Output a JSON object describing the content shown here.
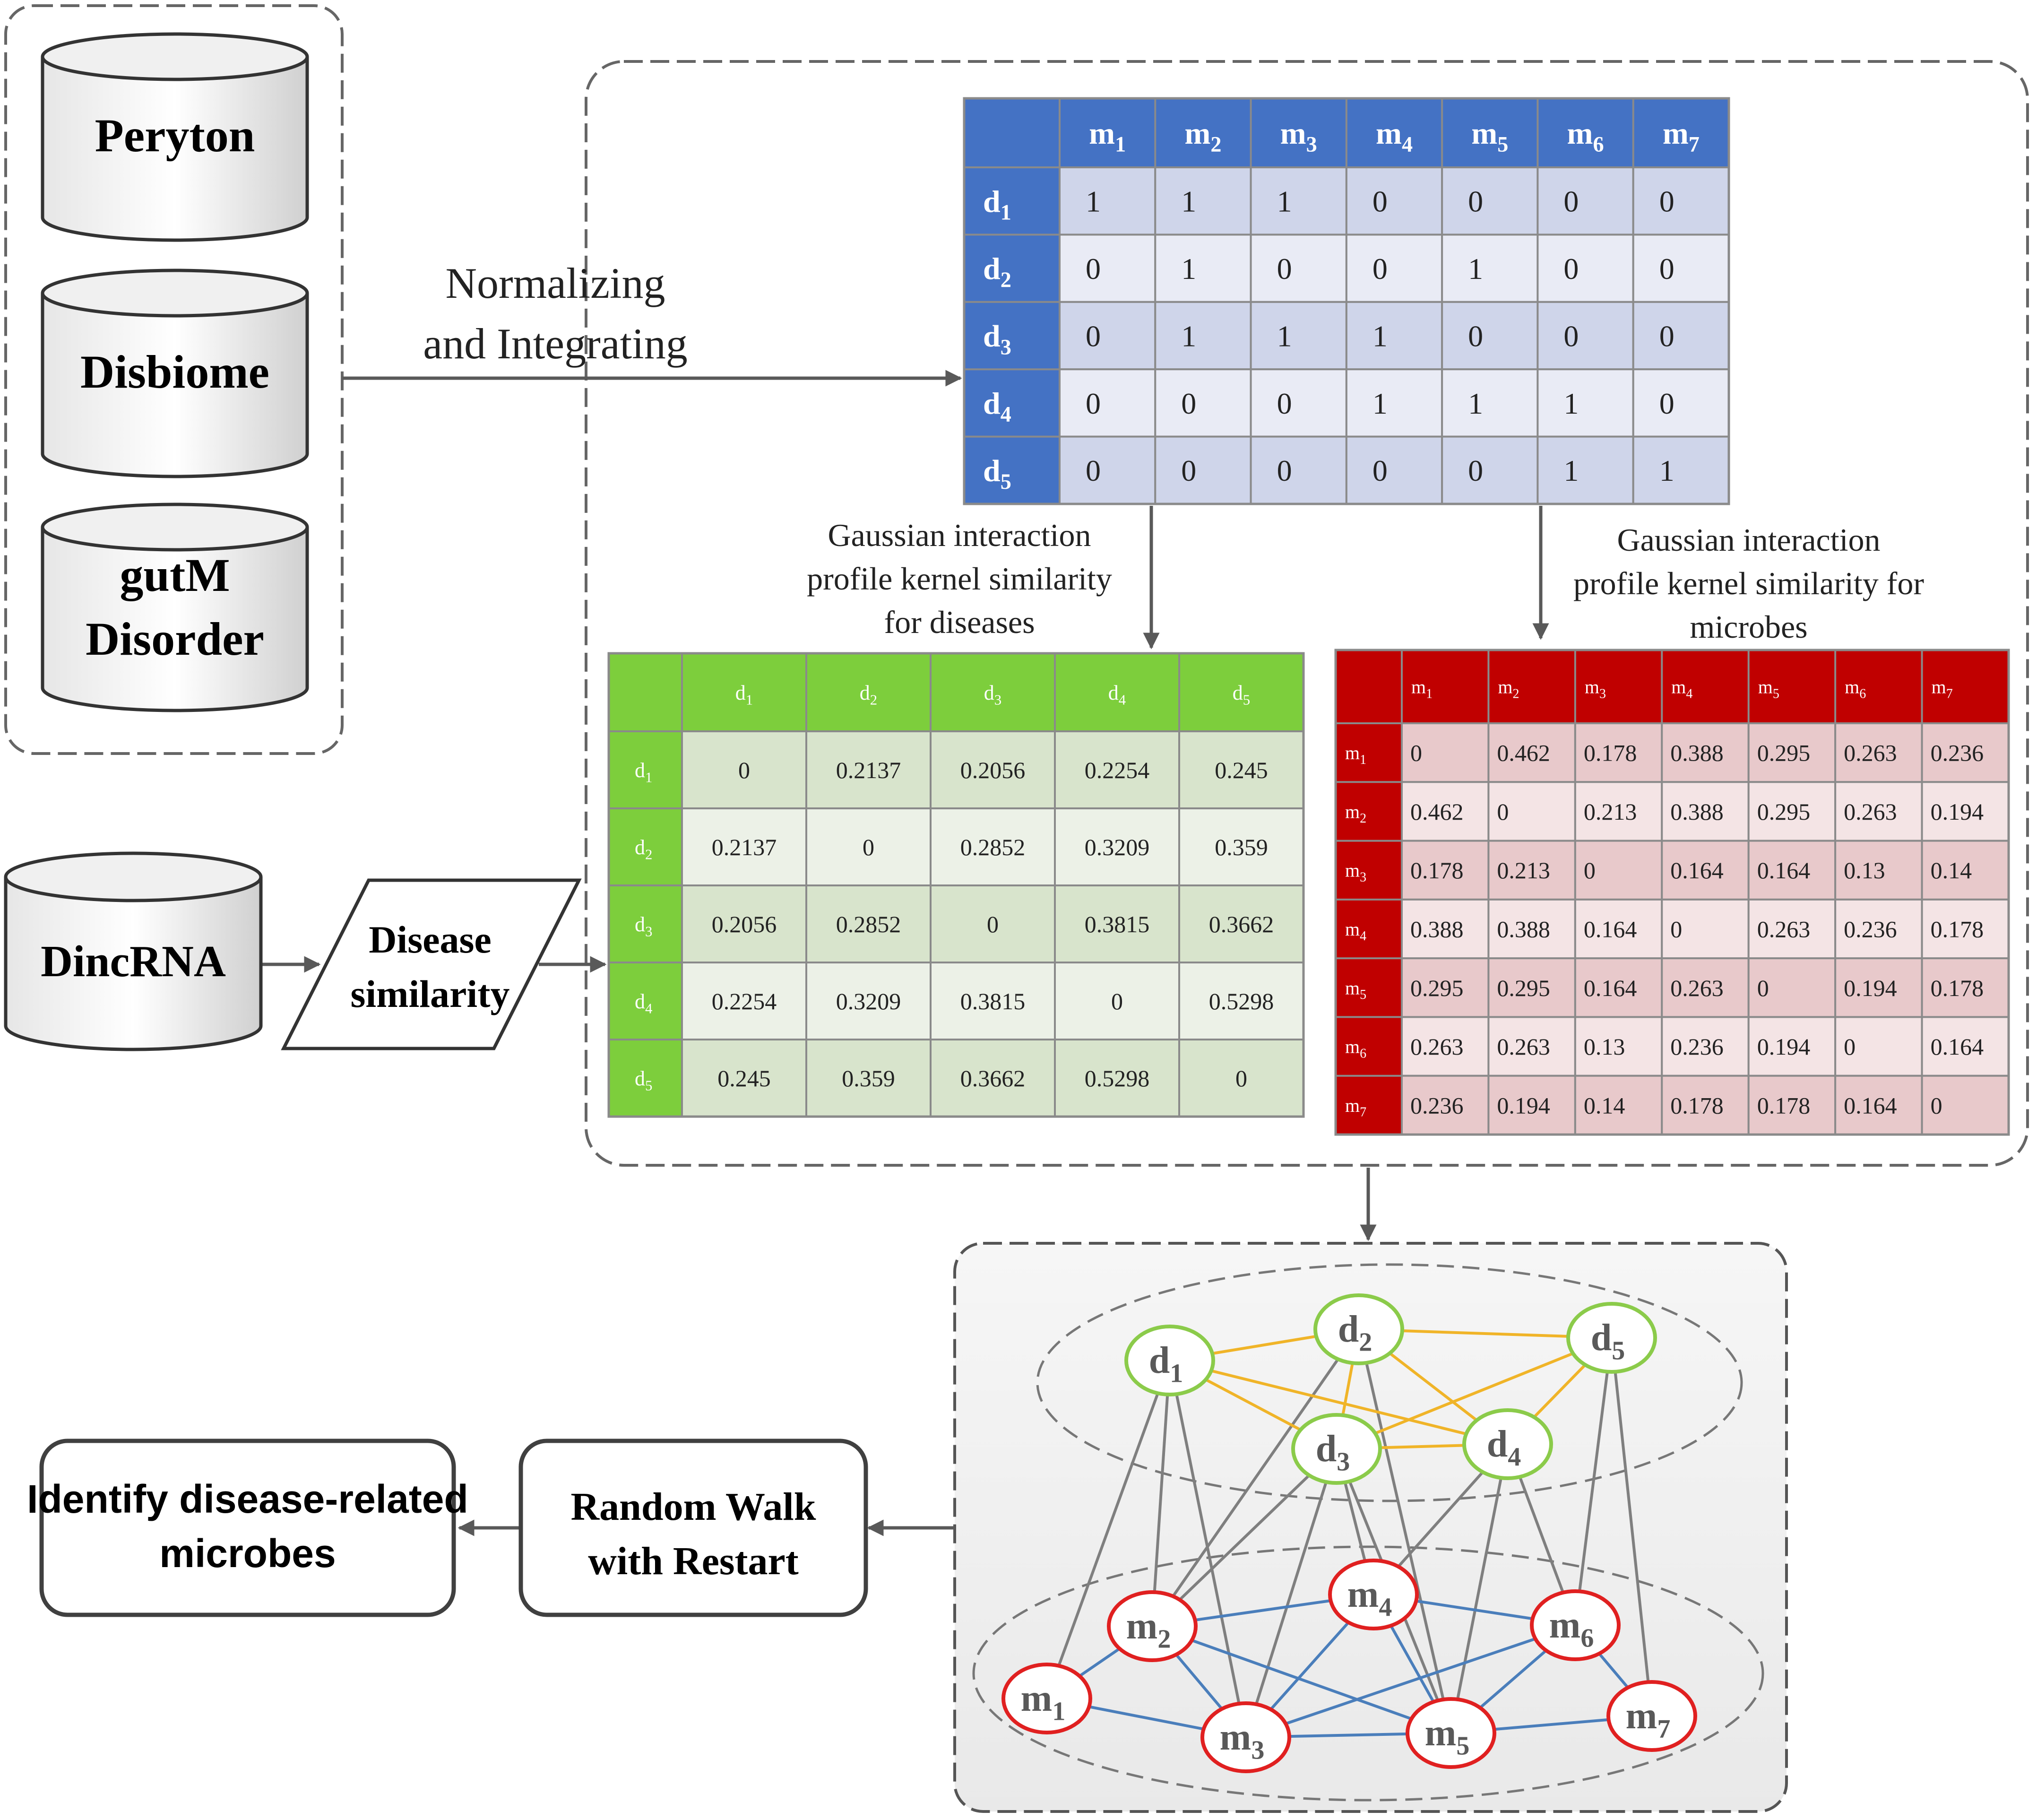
{
  "sources": {
    "databases": [
      "Peryton",
      "Disbiome",
      "gutM Disorder"
    ],
    "dincrna": "DincRNA",
    "disease_similarity": "Disease similarity"
  },
  "flow": {
    "normalizing": "Normalizing and Integrating",
    "gip_diseases": "Gaussian interaction profile kernel similarity for diseases",
    "gip_microbes": "Gaussian interaction profile kernel similarity for microbes"
  },
  "association_matrix": {
    "cols": [
      "m1",
      "m2",
      "m3",
      "m4",
      "m5",
      "m6",
      "m7"
    ],
    "rows": [
      "d1",
      "d2",
      "d3",
      "d4",
      "d5"
    ],
    "values": [
      [
        1,
        1,
        1,
        0,
        0,
        0,
        0
      ],
      [
        0,
        1,
        0,
        0,
        1,
        0,
        0
      ],
      [
        0,
        1,
        1,
        1,
        0,
        0,
        0
      ],
      [
        0,
        0,
        0,
        1,
        1,
        1,
        0
      ],
      [
        0,
        0,
        0,
        0,
        0,
        1,
        1
      ]
    ],
    "colors": {
      "header": "#4472C4",
      "odd": "#CFD5EA",
      "even": "#E9EBF5"
    }
  },
  "disease_matrix": {
    "labels": [
      "d1",
      "d2",
      "d3",
      "d4",
      "d5"
    ],
    "values": [
      [
        "0",
        "0.2137",
        "0.2056",
        "0.2254",
        "0.245"
      ],
      [
        "0.2137",
        "0",
        "0.2852",
        "0.3209",
        "0.359"
      ],
      [
        "0.2056",
        "0.2852",
        "0",
        "0.3815",
        "0.3662"
      ],
      [
        "0.2254",
        "0.3209",
        "0.3815",
        "0",
        "0.5298"
      ],
      [
        "0.245",
        "0.359",
        "0.3662",
        "0.5298",
        "0"
      ]
    ],
    "colors": {
      "header": "#7DCE3C",
      "odd": "#D8E4CC",
      "even": "#ECF1E7"
    }
  },
  "microbe_matrix": {
    "labels": [
      "m1",
      "m2",
      "m3",
      "m4",
      "m5",
      "m6",
      "m7"
    ],
    "values": [
      [
        "0",
        "0.462",
        "0.178",
        "0.388",
        "0.295",
        "0.263",
        "0.236"
      ],
      [
        "0.462",
        "0",
        "0.213",
        "0.388",
        "0.295",
        "0.263",
        "0.194"
      ],
      [
        "0.178",
        "0.213",
        "0",
        "0.164",
        "0.164",
        "0.13",
        "0.14"
      ],
      [
        "0.388",
        "0.388",
        "0.164",
        "0",
        "0.263",
        "0.236",
        "0.178"
      ],
      [
        "0.295",
        "0.295",
        "0.164",
        "0.263",
        "0",
        "0.194",
        "0.178"
      ],
      [
        "0.263",
        "0.263",
        "0.13",
        "0.236",
        "0.194",
        "0",
        "0.164"
      ],
      [
        "0.236",
        "0.194",
        "0.14",
        "0.178",
        "0.178",
        "0.164",
        "0"
      ]
    ],
    "colors": {
      "header": "#C00000",
      "odd": "#E8C9CB",
      "even": "#F4E4E5"
    }
  },
  "network": {
    "disease_nodes": [
      "d1",
      "d2",
      "d3",
      "d4",
      "d5"
    ],
    "microbe_nodes": [
      "m1",
      "m2",
      "m3",
      "m4",
      "m5",
      "m6",
      "m7"
    ],
    "disease_edges": [
      [
        "d1",
        "d2"
      ],
      [
        "d1",
        "d3"
      ],
      [
        "d1",
        "d4"
      ],
      [
        "d2",
        "d3"
      ],
      [
        "d2",
        "d4"
      ],
      [
        "d2",
        "d5"
      ],
      [
        "d3",
        "d4"
      ],
      [
        "d3",
        "d5"
      ],
      [
        "d4",
        "d5"
      ]
    ],
    "microbe_edges": [
      [
        "m1",
        "m2"
      ],
      [
        "m1",
        "m3"
      ],
      [
        "m2",
        "m3"
      ],
      [
        "m2",
        "m4"
      ],
      [
        "m2",
        "m5"
      ],
      [
        "m3",
        "m4"
      ],
      [
        "m3",
        "m5"
      ],
      [
        "m3",
        "m6"
      ],
      [
        "m4",
        "m5"
      ],
      [
        "m4",
        "m6"
      ],
      [
        "m5",
        "m6"
      ],
      [
        "m5",
        "m7"
      ],
      [
        "m6",
        "m7"
      ]
    ],
    "cross_edges": [
      [
        "d1",
        "m1"
      ],
      [
        "d1",
        "m2"
      ],
      [
        "d1",
        "m3"
      ],
      [
        "d2",
        "m2"
      ],
      [
        "d2",
        "m5"
      ],
      [
        "d3",
        "m2"
      ],
      [
        "d3",
        "m3"
      ],
      [
        "d3",
        "m4"
      ],
      [
        "d3",
        "m5"
      ],
      [
        "d4",
        "m4"
      ],
      [
        "d4",
        "m5"
      ],
      [
        "d4",
        "m6"
      ],
      [
        "d5",
        "m6"
      ],
      [
        "d5",
        "m7"
      ]
    ],
    "colors": {
      "disease": "#8BCB4A",
      "microbe": "#E02020",
      "disease_edge": "#F0B428",
      "microbe_edge": "#4A7EBB",
      "cross_edge": "#7F7F7F"
    }
  },
  "steps": {
    "rwr": "Random Walk with Restart",
    "identify": "Identify disease-related microbes"
  }
}
